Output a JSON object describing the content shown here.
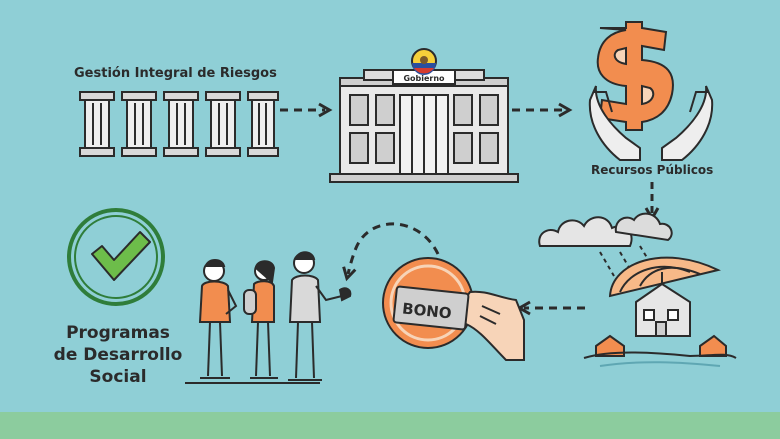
{
  "labels": {
    "risk_management": "Gestión Integral de Riesgos",
    "government": "Gobierno",
    "public_resources": "Recursos Públicos",
    "voucher": "BONO",
    "social_programs": [
      "Programas",
      "de Desarrollo",
      "Social"
    ]
  },
  "icons": [
    "pillars-icon",
    "government-building-icon",
    "money-hands-icon",
    "storm-house-umbrella-icon",
    "voucher-hand-icon",
    "people-queue-icon",
    "checkmark-circle-icon"
  ],
  "colors": {
    "background": "#8fcfd6",
    "ground": "#8ccc9e",
    "accent_orange": "#f28d4f",
    "check_green": "#6dbd4a",
    "circle_green": "#2f7d3a",
    "outline": "#2b2b2b"
  }
}
